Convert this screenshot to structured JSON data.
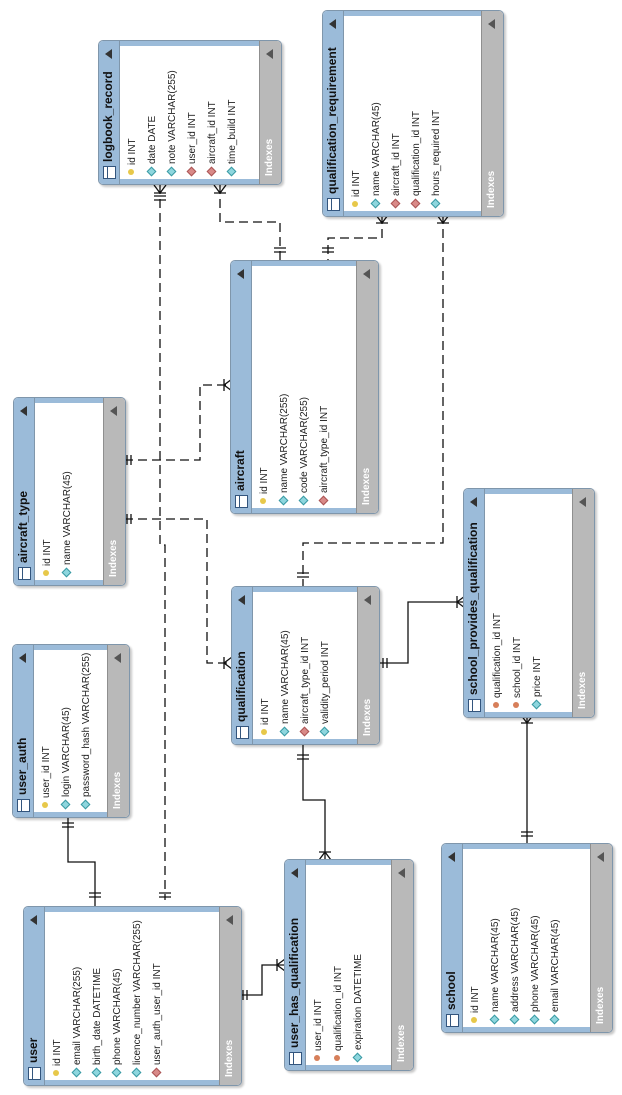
{
  "tables": {
    "logbook_record": {
      "name": "logbook_record",
      "indexes": "Indexes",
      "columns": [
        "id INT",
        "date DATE",
        "note VARCHAR(255)",
        "user_id INT",
        "aircraft_id INT",
        "time_build INT"
      ],
      "icons": [
        "pk",
        "col",
        "col",
        "fk",
        "fk",
        "col"
      ]
    },
    "qualification_requirement": {
      "name": "qualification_requirement",
      "indexes": "Indexes",
      "columns": [
        "id INT",
        "name VARCHAR(45)",
        "aircraft_id INT",
        "qualification_id INT",
        "hours_required INT"
      ],
      "icons": [
        "pk",
        "col",
        "fk",
        "fk",
        "col"
      ]
    },
    "aircraft": {
      "name": "aircraft",
      "indexes": "Indexes",
      "columns": [
        "id INT",
        "name VARCHAR(255)",
        "code VARCHAR(255)",
        "aircraft_type_id INT"
      ],
      "icons": [
        "pk",
        "col",
        "col",
        "fk"
      ]
    },
    "aircraft_type": {
      "name": "aircraft_type",
      "indexes": "Indexes",
      "columns": [
        "id INT",
        "name VARCHAR(45)"
      ],
      "icons": [
        "pk",
        "col"
      ]
    },
    "school_provides_qualification": {
      "name": "school_provides_qualification",
      "indexes": "Indexes",
      "columns": [
        "qualification_id INT",
        "school_id INT",
        "price INT"
      ],
      "icons": [
        "pfk",
        "pfk",
        "col"
      ]
    },
    "qualification": {
      "name": "qualification",
      "indexes": "Indexes",
      "columns": [
        "id INT",
        "name VARCHAR(45)",
        "aircraft_type_id INT",
        "validity_period INT"
      ],
      "icons": [
        "pk",
        "col",
        "fk",
        "col"
      ]
    },
    "user_auth": {
      "name": "user_auth",
      "indexes": "Indexes",
      "columns": [
        "user_id INT",
        "login VARCHAR(45)",
        "password_hash VARCHAR(255)"
      ],
      "icons": [
        "pk",
        "col",
        "col"
      ]
    },
    "school": {
      "name": "school",
      "indexes": "Indexes",
      "columns": [
        "id INT",
        "name VARCHAR(45)",
        "address VARCHAR(45)",
        "phone VARCHAR(45)",
        "email VARCHAR(45)"
      ],
      "icons": [
        "pk",
        "col",
        "col",
        "col",
        "col"
      ]
    },
    "user_has_qualification": {
      "name": "user_has_qualification",
      "indexes": "Indexes",
      "columns": [
        "user_id INT",
        "qualification_id INT",
        "expiration DATETIME"
      ],
      "icons": [
        "pfk",
        "pfk",
        "col"
      ]
    },
    "user": {
      "name": "user",
      "indexes": "Indexes",
      "columns": [
        "id INT",
        "email VARCHAR(255)",
        "birth_date DATETIME",
        "phone VARCHAR(45)",
        "licence_number VARCHAR(255)",
        "user_auth_user_id INT"
      ],
      "icons": [
        "pk",
        "col",
        "col",
        "col",
        "col",
        "fk"
      ]
    }
  },
  "colors": {
    "header": "#9bbbd9",
    "indexes": "#b9b9b9",
    "line": "#111111"
  }
}
